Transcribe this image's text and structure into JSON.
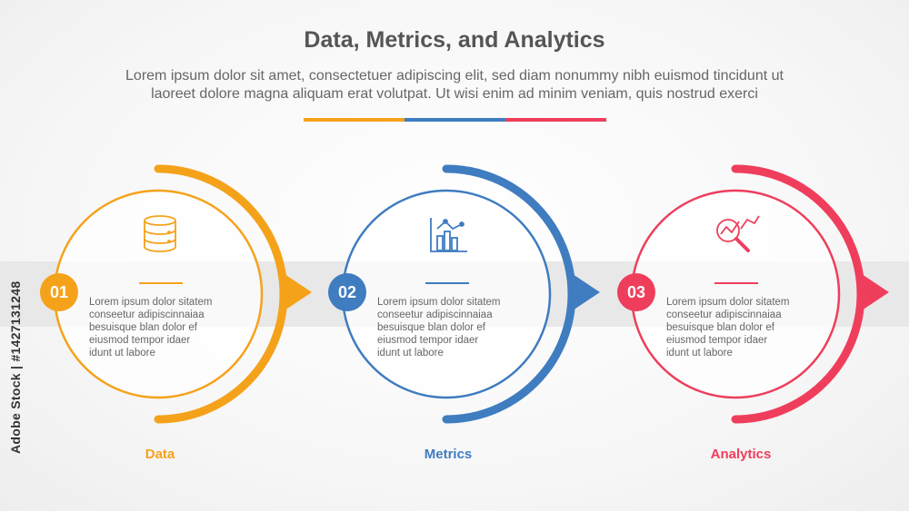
{
  "header": {
    "title": "Data, Metrics, and Analytics",
    "subtitle_line1": "Lorem ipsum dolor sit amet, consectetuer adipiscing elit, sed diam nonummy nibh euismod tincidunt ut",
    "subtitle_line2": "laoreet dolore magna aliquam erat volutpat. Ut wisi enim ad minim veniam, quis nostrud exerci"
  },
  "colors": {
    "orange": "#F5A21B",
    "blue": "#3F7CC0",
    "red": "#EF3E5C"
  },
  "steps": [
    {
      "number": "01",
      "label": "Data",
      "icon": "database-icon",
      "color": "#F5A21B",
      "lines": [
        "Lorem ipsum dolor sitatem",
        "conseetur adipiscinnaiaa",
        "besuisque blan dolor ef",
        "eiusmod tempor idaer",
        "idunt ut labore"
      ]
    },
    {
      "number": "02",
      "label": "Metrics",
      "icon": "bar-chart-icon",
      "color": "#3F7CC0",
      "lines": [
        "Lorem ipsum dolor sitatem",
        "conseetur adipiscinnaiaa",
        "besuisque blan dolor ef",
        "eiusmod tempor idaer",
        "idunt ut labore"
      ]
    },
    {
      "number": "03",
      "label": "Analytics",
      "icon": "magnifier-analytics-icon",
      "color": "#EF3E5C",
      "lines": [
        "Lorem ipsum dolor sitatem",
        "conseetur adipiscinnaiaa",
        "besuisque blan dolor ef",
        "eiusmod tempor idaer",
        "idunt ut labore"
      ]
    }
  ],
  "watermark": "Adobe Stock | #1427131248"
}
